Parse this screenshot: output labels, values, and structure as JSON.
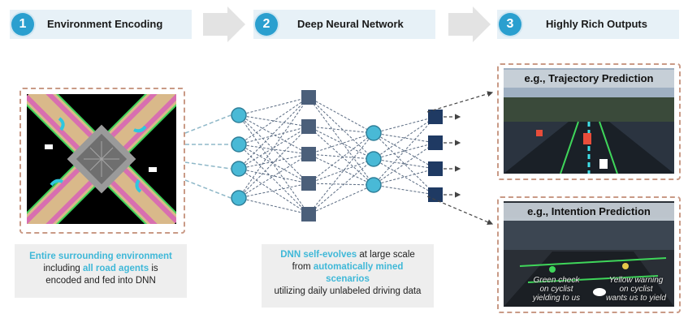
{
  "steps": [
    {
      "number": "1",
      "title": "Environment Encoding"
    },
    {
      "number": "2",
      "title": "Deep Neural Network"
    },
    {
      "number": "3",
      "title": "Highly Rich Outputs"
    }
  ],
  "left_caption": {
    "part1": "Entire surrounding environment",
    "part2_pre": "including ",
    "part2_hl": "all road agents",
    "part2_post": " is",
    "part3": "encoded and fed into DNN"
  },
  "middle_caption": {
    "hl1": "DNN self-evolves",
    "part1_post": " at large scale",
    "part2_pre": "from ",
    "hl2": "automatically mined",
    "hl3": "scenarios",
    "part4": "utilizing daily unlabeled driving data"
  },
  "outputs": {
    "trajectory_label": "e.g., Trajectory Prediction",
    "intention_label": "e.g., Intention Prediction",
    "overlay_left_1": "Green check",
    "overlay_left_2": "on cyclist",
    "overlay_left_3": "yielding to us",
    "overlay_right_1": "Yellow warning",
    "overlay_right_2": "on cyclist",
    "overlay_right_3": "wants us to yield"
  },
  "colors": {
    "accent": "#2a9fcf",
    "step_bar": "#e7f1f7",
    "highlight_text": "#3fb8d8",
    "input_node": "#49b9d6",
    "hidden_node": "#4b5f7a",
    "output_node": "#1f3a63",
    "dashed_border": "#c99a86"
  }
}
